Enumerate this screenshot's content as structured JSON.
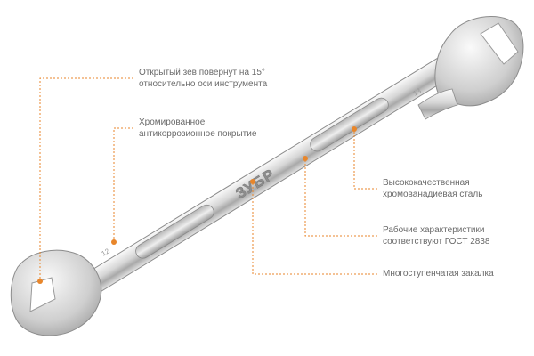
{
  "brand": {
    "text": "ЗУБР"
  },
  "callouts": [
    {
      "id": "angled-jaw",
      "lines": [
        "Открытый зев повернут на 15°",
        "относительно оси инструмента"
      ]
    },
    {
      "id": "chrome-coating",
      "lines": [
        "Хромированное",
        "антикоррозионное покрытие"
      ]
    },
    {
      "id": "steel",
      "lines": [
        "Высококачественная",
        "хромованадиевая сталь"
      ]
    },
    {
      "id": "gost",
      "lines": [
        "Рабочие характеристики",
        "соответствуют ГОСТ 2838"
      ]
    },
    {
      "id": "hardening",
      "lines": [
        "Многоступенчатая закалка"
      ]
    }
  ],
  "colors": {
    "accent": "#e8862b",
    "text": "#6a6a6a",
    "steel_light": "#f1f1f1",
    "steel_dark": "#9a9a9a"
  }
}
